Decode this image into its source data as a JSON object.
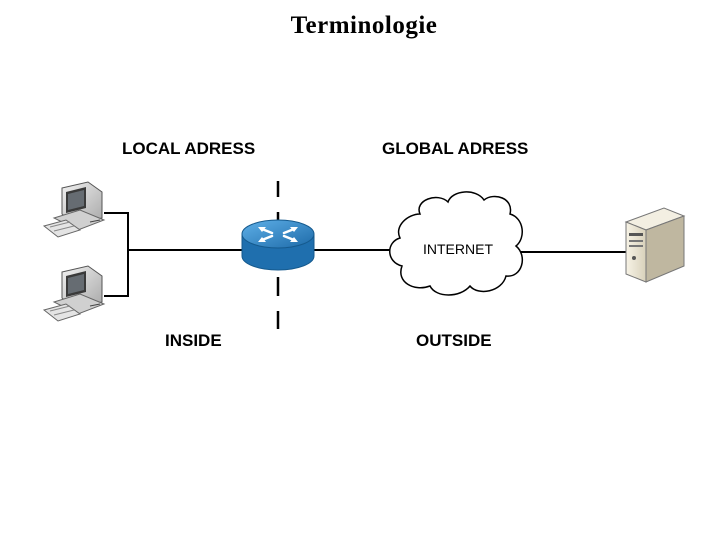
{
  "slide": {
    "title": "Terminologie"
  },
  "labels": {
    "local": "LOCAL ADRESS",
    "global": "GLOBAL ADRESS",
    "inside": "INSIDE",
    "outside": "OUTSIDE",
    "internet": "INTERNET"
  },
  "icons": {
    "pc_top": "desktop-computer-icon",
    "pc_bottom": "desktop-computer-icon",
    "router": "router-icon",
    "cloud": "internet-cloud-icon",
    "server": "server-icon"
  },
  "colors": {
    "router_blue": "#2b7fc0",
    "line": "#000000"
  }
}
